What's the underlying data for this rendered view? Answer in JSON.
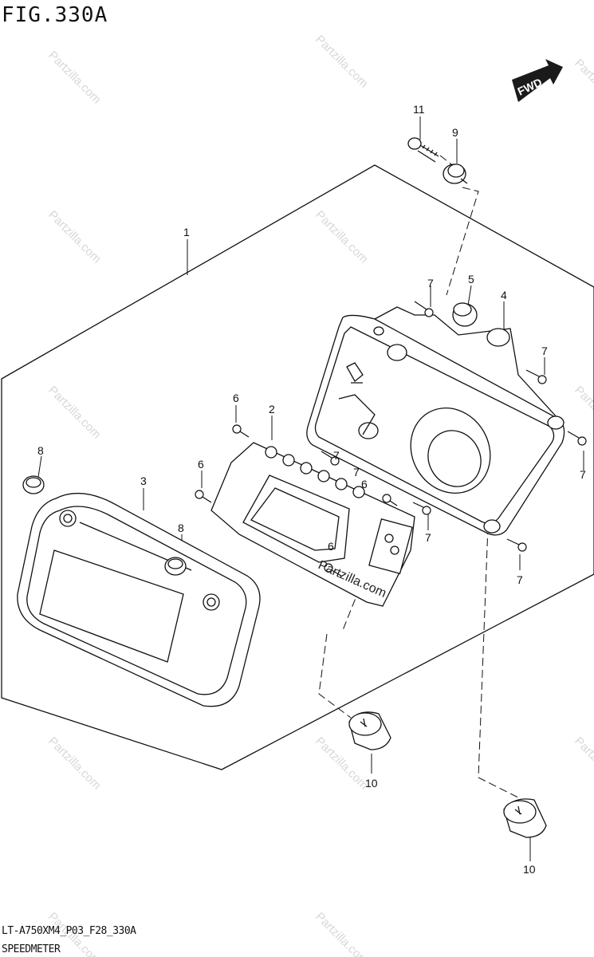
{
  "figure": {
    "title": "FIG.330A",
    "footer_code": "LT-A750XM4_P03_F28_330A",
    "footer_name": "SPEEDMETER"
  },
  "fwd_label": "FWD",
  "watermark": "Partzilla.com",
  "callouts": {
    "c1": "1",
    "c2": "2",
    "c3": "3",
    "c4": "4",
    "c5": "5",
    "c6a": "6",
    "c6b": "6",
    "c6c": "6",
    "c6d": "6",
    "c7a": "7",
    "c7b": "7",
    "c7c": "7",
    "c7d": "7",
    "c7e": "7",
    "c7f": "7",
    "c7g": "7",
    "c8a": "8",
    "c8b": "8",
    "c9": "9",
    "c10a": "10",
    "c10b": "10",
    "c11": "11"
  }
}
